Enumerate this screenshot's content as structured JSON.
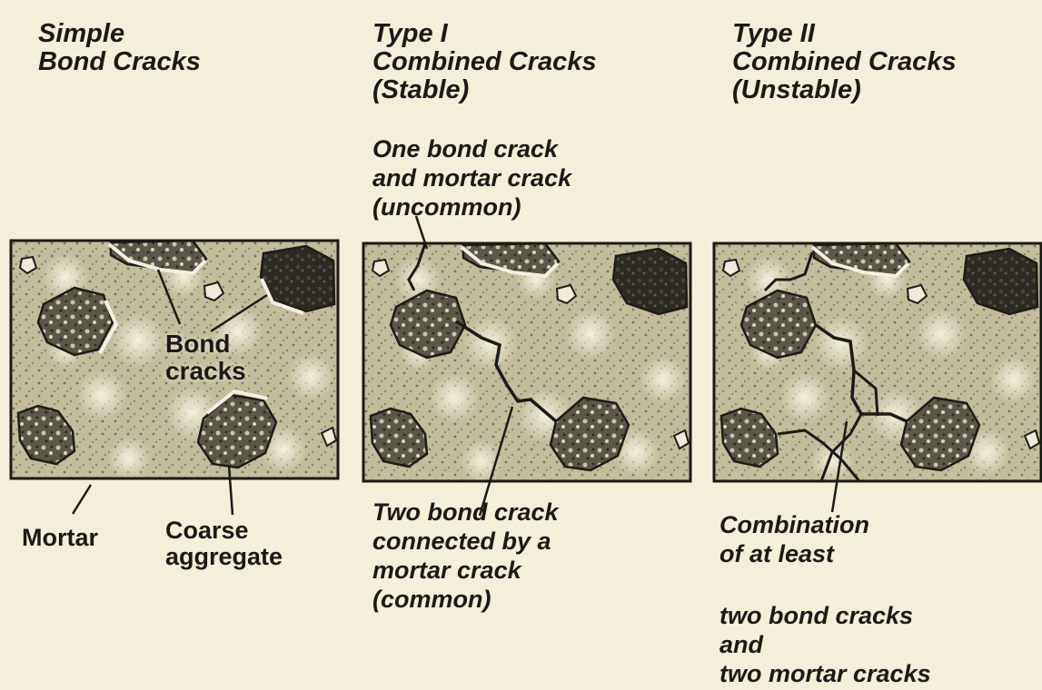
{
  "panels": [
    {
      "heading": "Simple\nBond Cracks"
    },
    {
      "heading": "Type I\nCombined Cracks\n(Stable)"
    },
    {
      "heading": "Type II\nCombined Cracks\n(Unstable)"
    }
  ],
  "labels": {
    "bond_cracks": "Bond\ncracks",
    "mortar": "Mortar",
    "coarse_aggregate": "Coarse\naggregate",
    "one_bond_crack": "One bond crack\nand mortar crack\n(uncommon)",
    "two_bond_crack": "Two bond crack\nconnected by a\nmortar crack\n(common)",
    "combination": "Combination\nof at least",
    "two_bond_two_mortar": "two bond cracks\nand\ntwo mortar cracks"
  }
}
